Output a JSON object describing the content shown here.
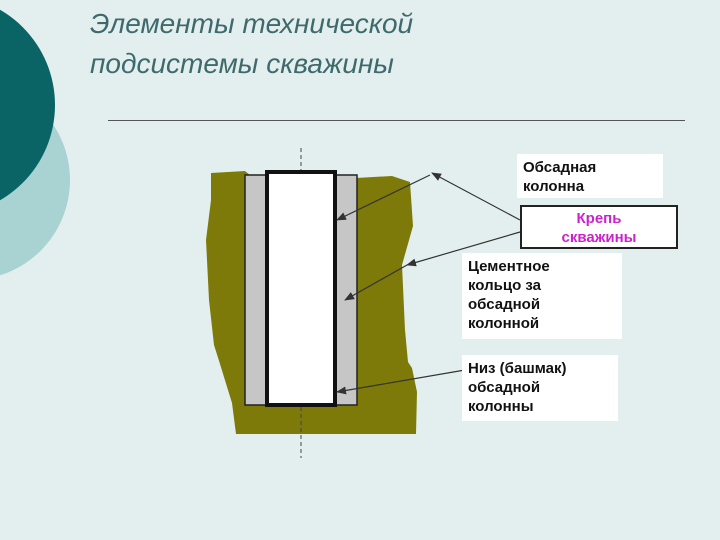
{
  "title": {
    "line1": "Элементы технической",
    "line2": "подсистемы скважины"
  },
  "labels": {
    "casing": {
      "line1": "Обсадная",
      "line2": "колонна"
    },
    "lining": {
      "line1": "Крепь",
      "line2": "скважины"
    },
    "cement": {
      "line1": "Цементное",
      "line2": "кольцо за",
      "line3": "обсадной",
      "line4": "колонной"
    },
    "shoe": {
      "line1": "Низ (башмак)",
      "line2": "обсадной",
      "line3": "колонны"
    }
  },
  "colors": {
    "background": "#e3efef",
    "rock": "#7d7a09",
    "cement": "#c6c6c6",
    "bore": "#ffffff",
    "accent_text": "#cc22cc",
    "deco_dark": "#0a6466",
    "deco_light": "#a9d2d3"
  }
}
